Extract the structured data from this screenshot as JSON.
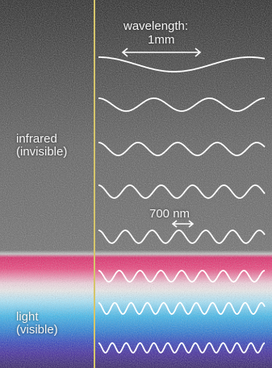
{
  "labels": {
    "wavelength_title": "wavelength:",
    "wavelength_value": "1mm",
    "nm_value": "700 nm",
    "infrared_line1": "infrared",
    "infrared_line2": "(invisible)",
    "light_line1": "light",
    "light_line2": "(visible)"
  },
  "colors": {
    "wave_stroke": "#ffffff",
    "margin_line": "#d5c56b"
  },
  "waves": [
    {
      "periods": 1.1
    },
    {
      "periods": 3.0
    },
    {
      "periods": 4.2
    },
    {
      "periods": 5.3
    },
    {
      "periods": 6.2
    },
    {
      "periods": 8.0
    },
    {
      "periods": 10.2
    },
    {
      "periods": 12.0
    }
  ]
}
